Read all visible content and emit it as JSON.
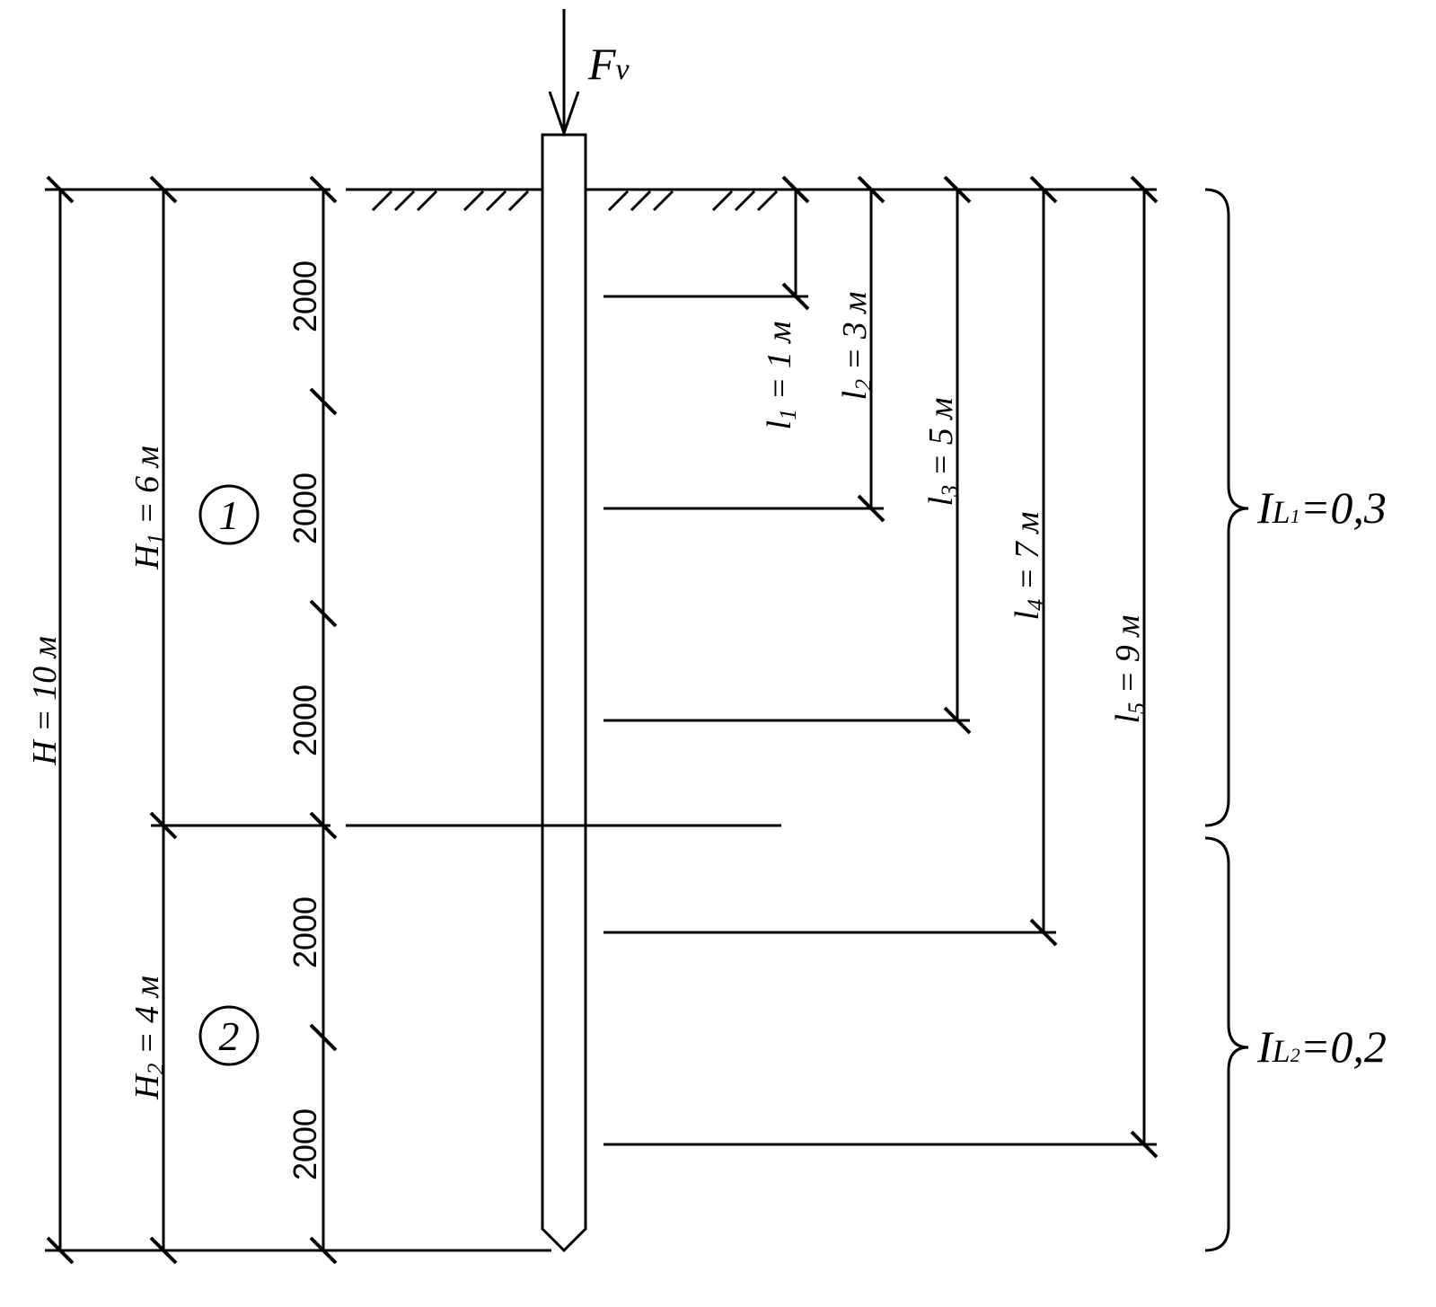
{
  "load": {
    "label": "F",
    "sub": "v"
  },
  "layers": [
    {
      "number": "1",
      "h_symbol": "H",
      "h_sub": "1",
      "h_value": "= 6 м"
    },
    {
      "number": "2",
      "h_symbol": "H",
      "h_sub": "2",
      "h_value": "= 4 м"
    }
  ],
  "total_depth": {
    "symbol": "H",
    "value": "= 10 м"
  },
  "segment_label": "2000",
  "depths": [
    {
      "sym": "l",
      "sub": "1",
      "value": "= 1 м"
    },
    {
      "sym": "l",
      "sub": "2",
      "value": "= 3 м"
    },
    {
      "sym": "l",
      "sub": "3",
      "value": "= 5 м"
    },
    {
      "sym": "l",
      "sub": "4",
      "value": "= 7 м"
    },
    {
      "sym": "l",
      "sub": "5",
      "value": "= 9 м"
    }
  ],
  "consistency": [
    {
      "sym": "I",
      "sub": "L",
      "subsub": "1",
      "value": "=0,3"
    },
    {
      "sym": "I",
      "sub": "L",
      "subsub": "2",
      "value": "=0,2"
    }
  ]
}
